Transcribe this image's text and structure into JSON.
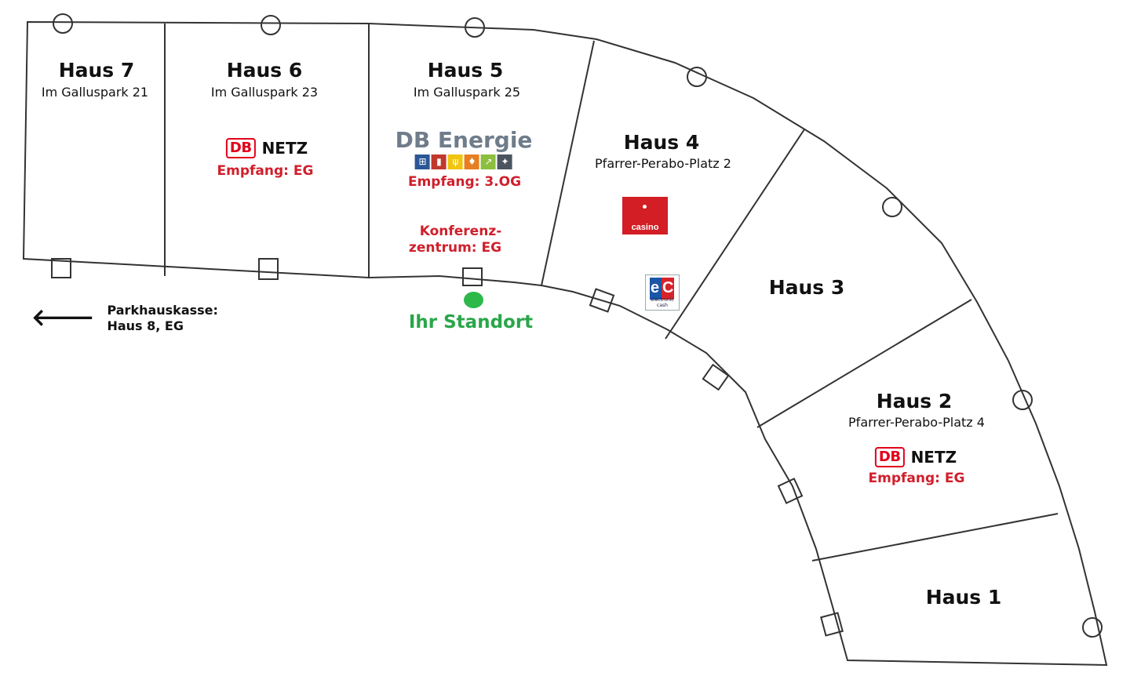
{
  "houses": {
    "h7": {
      "name": "Haus 7",
      "address": "Im Galluspark 21"
    },
    "h6": {
      "name": "Haus 6",
      "address": "Im Galluspark 23",
      "tenant": "NETZ",
      "reception": "Empfang: EG"
    },
    "h5": {
      "name": "Haus 5",
      "address": "Im Galluspark 25",
      "tenant": "DB Energie",
      "reception": "Empfang: 3.OG",
      "conference_line1": "Konferenz-",
      "conference_line2": "zentrum: EG"
    },
    "h4": {
      "name": "Haus 4",
      "address": "Pfarrer-Perabo-Platz 2",
      "casino": "casino"
    },
    "h3": {
      "name": "Haus 3"
    },
    "h2": {
      "name": "Haus 2",
      "address": "Pfarrer-Perabo-Platz 4",
      "tenant": "NETZ",
      "reception": "Empfang: EG"
    },
    "h1": {
      "name": "Haus 1"
    }
  },
  "db_logo_text": "DB",
  "ec_logo": {
    "e": "e",
    "c": "C",
    "small": "electronic cash"
  },
  "location": {
    "label": "Ihr Standort",
    "color": "#2db84a"
  },
  "parking": {
    "arrow": "🡐",
    "line1": "Parkhauskasse:",
    "line2": "Haus 8, EG"
  },
  "colors": {
    "accent_red": "#d01f2c",
    "db_red": "#e2001a",
    "outline": "#333333"
  },
  "db_energie_icons": [
    {
      "name": "train-icon",
      "glyph": "⊞",
      "color": "#2b5797"
    },
    {
      "name": "fuel-icon",
      "glyph": "▮",
      "color": "#c0392b"
    },
    {
      "name": "power-icon",
      "glyph": "ψ",
      "color": "#f1c40f"
    },
    {
      "name": "flame-icon",
      "glyph": "♦",
      "color": "#e67e22"
    },
    {
      "name": "chart-icon",
      "glyph": "↗",
      "color": "#8dbf3f"
    },
    {
      "name": "service-icon",
      "glyph": "✦",
      "color": "#4a5560"
    }
  ]
}
